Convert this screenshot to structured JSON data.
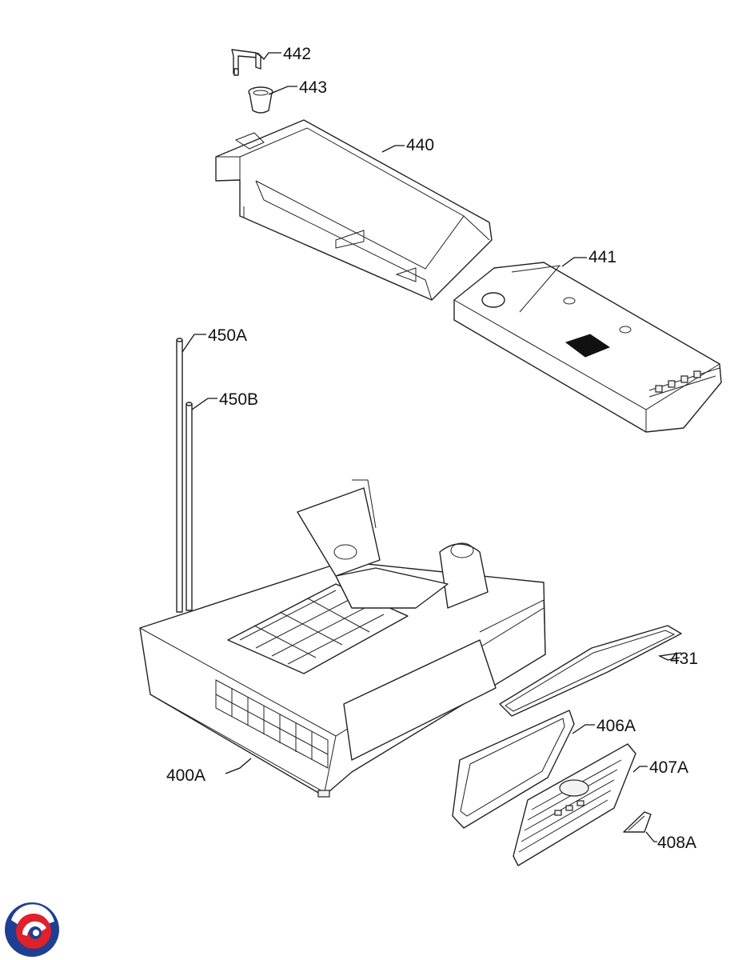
{
  "parts": [
    {
      "id": "p442",
      "label": "442",
      "name": "bracket-clip"
    },
    {
      "id": "p443",
      "label": "443",
      "name": "cup-seal"
    },
    {
      "id": "p440",
      "label": "440",
      "name": "upper-cover-housing"
    },
    {
      "id": "p441",
      "label": "441",
      "name": "tray-module"
    },
    {
      "id": "p450a",
      "label": "450A",
      "name": "rod-a"
    },
    {
      "id": "p450b",
      "label": "450B",
      "name": "rod-b"
    },
    {
      "id": "p431",
      "label": "431",
      "name": "gasket-long"
    },
    {
      "id": "p406a",
      "label": "406A",
      "name": "frame-seal"
    },
    {
      "id": "p407a",
      "label": "407A",
      "name": "grille-panel"
    },
    {
      "id": "p408a",
      "label": "408A",
      "name": "small-cover-piece"
    },
    {
      "id": "p400a",
      "label": "400A",
      "name": "base-chassis"
    }
  ],
  "logo": {
    "colors": [
      "#e0202a",
      "#1f3f93"
    ]
  }
}
